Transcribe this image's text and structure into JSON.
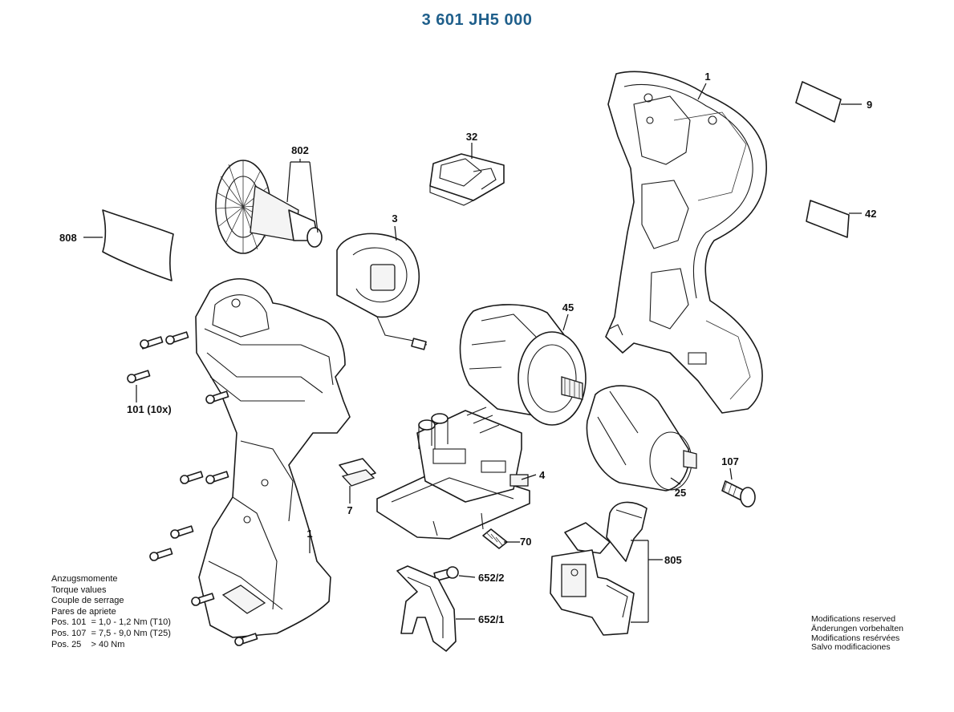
{
  "title": "3 601 JH5 000",
  "labels": {
    "p1_top": "1",
    "p9": "9",
    "p42": "42",
    "p32": "32",
    "p802": "802",
    "p808": "808",
    "p3": "3",
    "p45": "45",
    "p101": "101 (10x)",
    "p4": "4",
    "p107": "107",
    "p25": "25",
    "p7": "7",
    "p70": "70",
    "p1_bottom": "1",
    "p805": "805",
    "p652_2": "652/2",
    "p652_1": "652/1"
  },
  "torque_notes": [
    "Anzugsmomente",
    "Torque values",
    "Couple de serrage",
    "Pares de apriete",
    "Pos. 101  = 1,0 - 1,2 Nm (T10)",
    "Pos. 107  = 7,5 - 9,0 Nm (T25)",
    "Pos. 25    > 40 Nm"
  ],
  "modifications": [
    "Modifications reserved",
    "Änderungen vorbehalten",
    "Modifications resérvées",
    "Salvo modificaciones"
  ]
}
